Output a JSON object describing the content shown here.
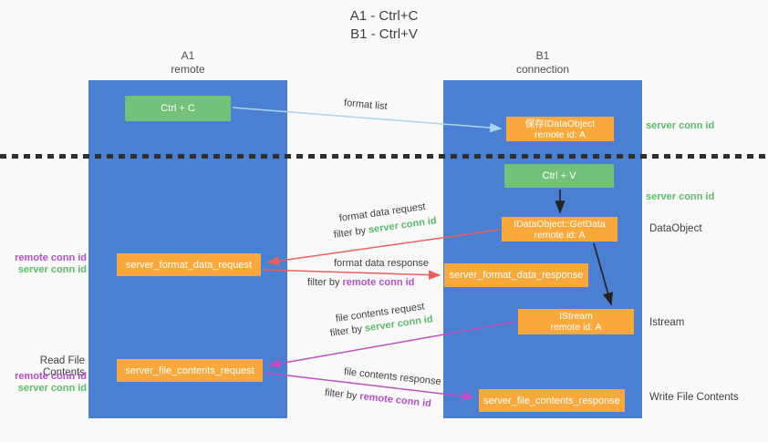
{
  "title": {
    "line1": "A1 - Ctrl+C",
    "line2": "B1 - Ctrl+V"
  },
  "columns": {
    "a": {
      "id": "A1",
      "role": "remote"
    },
    "b": {
      "id": "B1",
      "role": "connection"
    }
  },
  "nodes": {
    "ctrl_c": {
      "label": "Ctrl + C"
    },
    "save_idataobject": {
      "line1": "保存IDataObject",
      "line2": "remote id: A"
    },
    "ctrl_v": {
      "label": "Ctrl + V"
    },
    "getdata": {
      "line1": "IDataObject::GetData",
      "line2": "remote id: A"
    },
    "format_request": {
      "label": "server_format_data_request"
    },
    "format_response": {
      "label": "server_format_data_response"
    },
    "istream": {
      "line1": "IStream",
      "line2": "remote id: A"
    },
    "file_request": {
      "label": "server_file_contents_request"
    },
    "file_response": {
      "label": "server_file_contents_response"
    }
  },
  "arrow_labels": {
    "format_list": "format list",
    "format_data_request": "format data request",
    "format_data_response": "format data response",
    "file_contents_request": "file contents request",
    "file_contents_response": "file contents response",
    "filter_by": "filter by",
    "server_conn_id": "server conn id",
    "remote_conn_id": "remote conn id"
  },
  "side_labels": {
    "server_conn_id": "server conn id",
    "remote_conn_id": "remote conn id",
    "dataobject": "DataObject",
    "istream": "Istream",
    "read_file_contents": "Read File Contents",
    "write_file_contents": "Write File Contents"
  },
  "colors": {
    "background": "#f9f9f9",
    "lifeline_blue": "#4a7fd1",
    "node_green": "#73c17a",
    "node_orange": "#f9a93c",
    "server_conn_green": "#5cba66",
    "remote_conn_purple": "#b350c6",
    "arrow_red": "#e7625e",
    "arrow_magenta": "#c04fc6",
    "arrow_lightblue": "#a9d5f1",
    "arrow_black": "#222222",
    "text_dark": "#3f3f3f"
  }
}
